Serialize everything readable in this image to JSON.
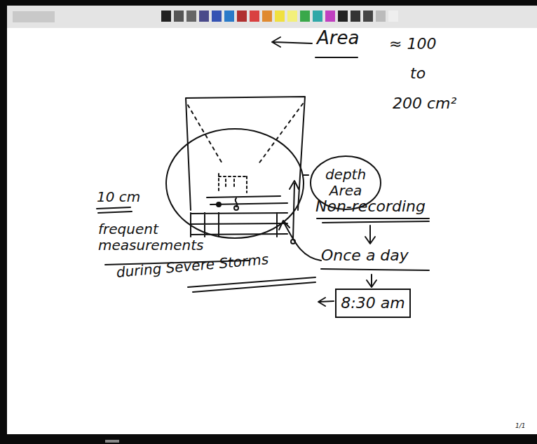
{
  "diagram": {
    "nodes": [
      {
        "text": [
          "depth Area"
        ]
      },
      {
        "text": [
          "8:30 am"
        ]
      }
    ],
    "labels": [
      "Area",
      "≈ 100",
      "to",
      "200 cm²",
      "Non-recording",
      "Once a day",
      "10 cm",
      "frequent measurements",
      "during Severe Storms",
      "1/1"
    ]
  }
}
